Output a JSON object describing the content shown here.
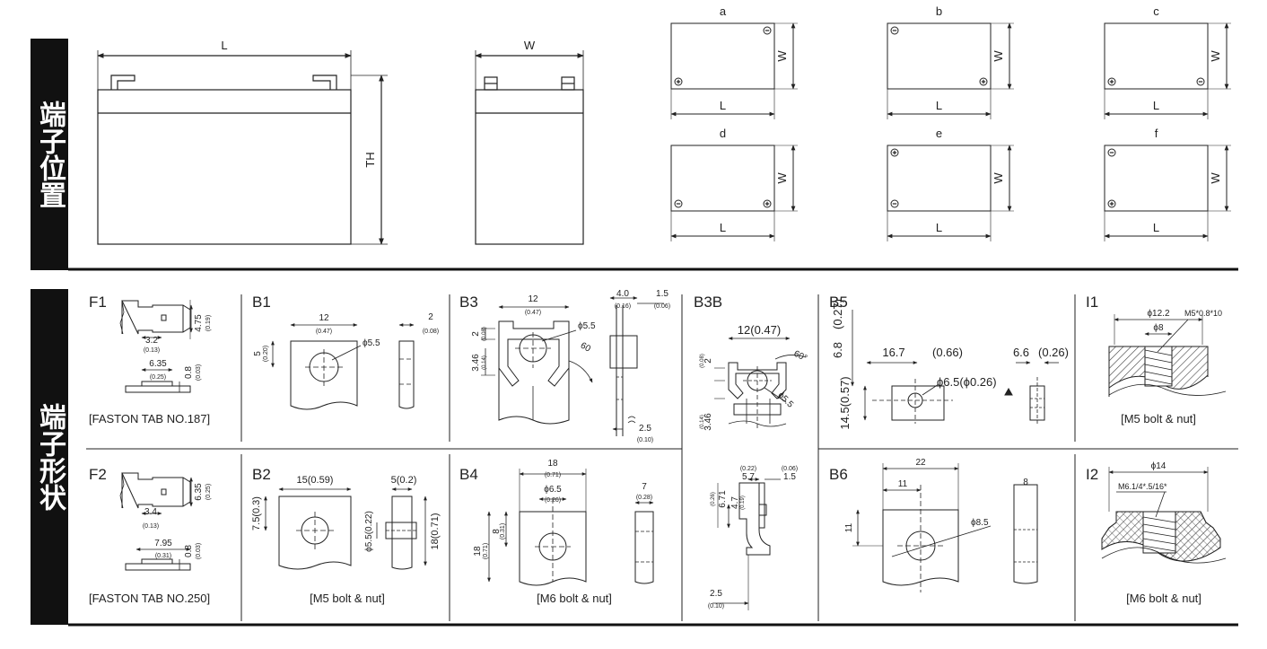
{
  "sections": {
    "terminal_position": "端子位置",
    "terminal_shape": "端子形状"
  },
  "front_view": {
    "length_label": "L",
    "height_label": "TH"
  },
  "side_view": {
    "width_label": "W"
  },
  "layouts": [
    {
      "id": "a",
      "label": "a",
      "len": "L",
      "wid": "W"
    },
    {
      "id": "b",
      "label": "b",
      "len": "L",
      "wid": "W"
    },
    {
      "id": "c",
      "label": "c",
      "len": "L",
      "wid": "W"
    },
    {
      "id": "d",
      "label": "d",
      "len": "L",
      "wid": "W"
    },
    {
      "id": "e",
      "label": "e",
      "len": "L",
      "wid": "W"
    },
    {
      "id": "f",
      "label": "f",
      "len": "L",
      "wid": "W"
    }
  ],
  "terminals": {
    "F1": {
      "code": "F1",
      "dim_a": "4.75",
      "dim_a2": "(0.19)",
      "dim_b": "3.2",
      "dim_b2": "(0.13)",
      "dim_c": "6.35",
      "dim_c2": "(0.25)",
      "dim_d": "0.8",
      "dim_d2": "(0.03)",
      "caption": "[FASTON TAB NO.187]"
    },
    "B1": {
      "code": "B1",
      "w": "12",
      "w2": "(0.47)",
      "t": "2",
      "t2": "(0.08)",
      "h": "5",
      "h2": "(0.20)",
      "hole": "ϕ5.5"
    },
    "B3": {
      "code": "B3",
      "w": "12",
      "w2": "(0.47)",
      "a": "4.0",
      "a2": "(0.16)",
      "b": "1.5",
      "b2": "(0.06)",
      "hole": "ϕ5.5",
      "angle": "60",
      "c": "2",
      "c2": "(0.08)",
      "d": "3.46",
      "d2": "(0.14)",
      "e": "2.5",
      "e2": "(0.10)"
    },
    "B3B": {
      "code": "B3B",
      "w": "12(0.47)",
      "angle": "60°",
      "hole": "ϕ5.5",
      "a": "2",
      "a2": "(0.08)",
      "b": "3.46",
      "b2": "(0.14)",
      "c": "5.7",
      "c2": "(0.22)",
      "d": "1.5",
      "d2": "(0.06)",
      "e": "4.7",
      "e2": "(0.19)",
      "f": "6.71",
      "f2": "(0.26)",
      "g": "2.5",
      "g2": "(0.10)"
    },
    "B5": {
      "code": "B5",
      "a": "6.8",
      "a2": "(0.27)",
      "b": "16.7",
      "b2": "(0.66)",
      "c": "6.6",
      "c2": "(0.26)",
      "hole": "ϕ6.5(ϕ0.26)",
      "d": "14.5(0.57)"
    },
    "I1": {
      "code": "I1",
      "a": "ϕ12.2",
      "b": "ϕ8",
      "c": "M5*0.8*10",
      "caption": "[M5 bolt & nut]"
    },
    "F2": {
      "code": "F2",
      "dim_a": "6.35",
      "dim_a2": "(0.25)",
      "dim_b": "3.4",
      "dim_b2": "(0.13)",
      "dim_c": "7.95",
      "dim_c2": "(0.31)",
      "dim_d": "0.8",
      "dim_d2": "(0.03)",
      "caption": "[FASTON TAB NO.250]"
    },
    "B2": {
      "code": "B2",
      "w": "15(0.59)",
      "t": "5(0.2)",
      "h": "7.5(0.3)",
      "hole": "ϕ5.5(0.22)",
      "h2": "18(0.71)",
      "caption": "[M5 bolt & nut]"
    },
    "B4": {
      "code": "B4",
      "w": "18",
      "w2": "(0.71)",
      "hole": "ϕ6.5",
      "hole2": "(0.26)",
      "t": "7",
      "t2": "(0.28)",
      "h": "18",
      "h2": "(0.71)",
      "m": "8",
      "m2": "(0.31)",
      "caption": "[M6 bolt & nut]"
    },
    "B6": {
      "code": "B6",
      "w": "22",
      "a": "11",
      "t": "8",
      "h": "11",
      "hole": "ϕ8.5"
    },
    "I2": {
      "code": "I2",
      "a": "ϕ14",
      "c": "M6.1/4*.5/16*",
      "caption": "[M6 bolt & nut]"
    }
  }
}
